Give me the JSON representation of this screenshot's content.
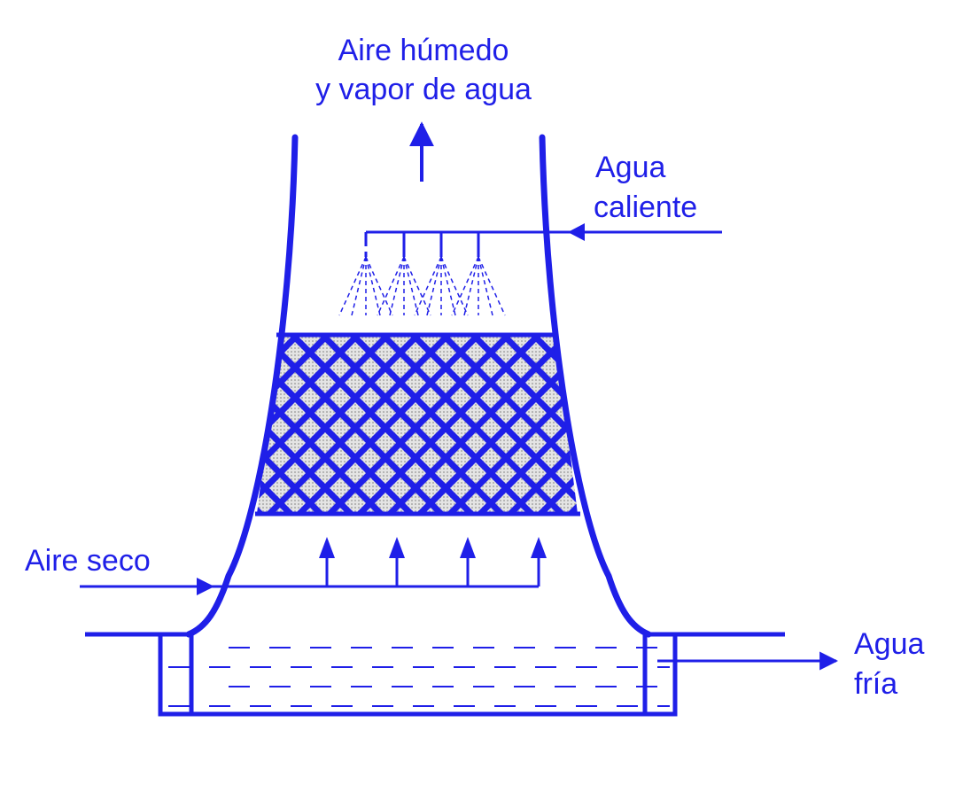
{
  "colors": {
    "ink": "#1f1fe8",
    "fill_shade": "#c9c9c9",
    "background": "#ffffff"
  },
  "labels": {
    "outlet_line1": "Aire húmedo",
    "outlet_line2": "y vapor de agua",
    "hot_water_line1": "Agua",
    "hot_water_line2": "caliente",
    "dry_air": "Aire seco",
    "cold_water_line1": "Agua",
    "cold_water_line2": "fría"
  }
}
